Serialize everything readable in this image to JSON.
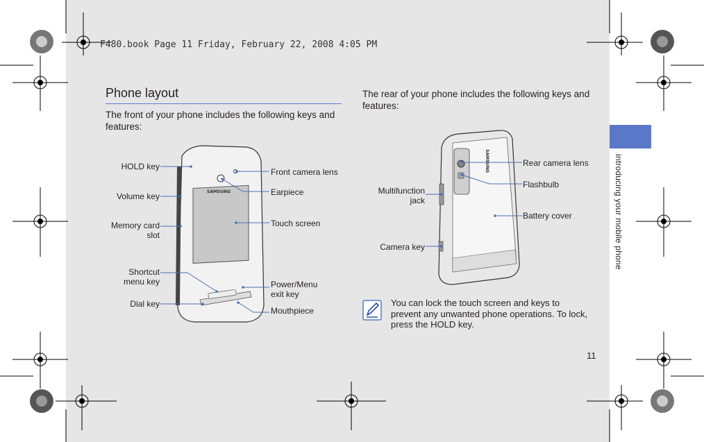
{
  "header_line": "F480.book  Page 11  Friday, February 22, 2008  4:05 PM",
  "side_tab_label": "introducing your mobile phone",
  "page_number": "11",
  "left": {
    "title": "Phone layout",
    "intro": "The front of your phone includes the following keys and features:",
    "labels": {
      "hold_key": "HOLD key",
      "volume_key": "Volume key",
      "memory_card_slot": "Memory card slot",
      "shortcut_menu_key": "Shortcut menu key",
      "dial_key": "Dial key",
      "front_camera_lens": "Front camera lens",
      "earpiece": "Earpiece",
      "touch_screen": "Touch screen",
      "power_menu_exit_key": "Power/Menu exit key",
      "mouthpiece": "Mouthpiece"
    },
    "phone_brand": "SAMSUNG"
  },
  "right": {
    "intro": "The rear of your phone includes the following keys and features:",
    "labels": {
      "multifunction_jack": "Multifunction jack",
      "camera_key": "Camera key",
      "rear_camera_lens": "Rear camera lens",
      "flashbulb": "Flashbulb",
      "battery_cover": "Battery cover"
    },
    "phone_brand": "SAMSUNG",
    "note": "You can lock the touch screen and keys to prevent any unwanted phone operations. To lock, press the HOLD key."
  },
  "colors": {
    "accent": "#5b78c8",
    "page_bg": "#e6e6e6",
    "leader": "#4a6fb5"
  }
}
